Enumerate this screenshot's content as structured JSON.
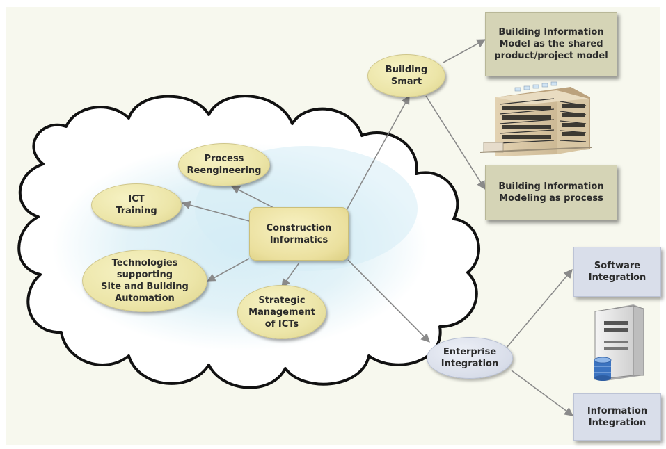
{
  "nodes": {
    "construction_informatics": "Construction\nInformatics",
    "process_reengineering": "Process\nReengineering",
    "ict_training": "ICT\nTraining",
    "technologies_automation": "Technologies\nsupporting\nSite and Building\nAutomation",
    "strategic_management": "Strategic\nManagement\nof ICTs",
    "building_smart": "Building\nSmart",
    "bim_model": "Building Information\nModel as the shared\nproduct/project model",
    "bim_process": "Building Information\nModeling as process",
    "enterprise_integration": "Enterprise\nIntegration",
    "software_integration": "Software\nIntegration",
    "information_integration": "Information\nIntegration"
  },
  "icons": {
    "building": "office-building-icon",
    "server": "server-database-icon"
  },
  "colors": {
    "background": "#f7f8ee",
    "cloud_fill": "#ffffff",
    "cloud_inner": "#d7eef5",
    "ellipse_yellow": "#ece5a8",
    "box_olive": "#d5d4b6",
    "box_blue": "#d9deea",
    "arrow": "#8a8a8a"
  }
}
